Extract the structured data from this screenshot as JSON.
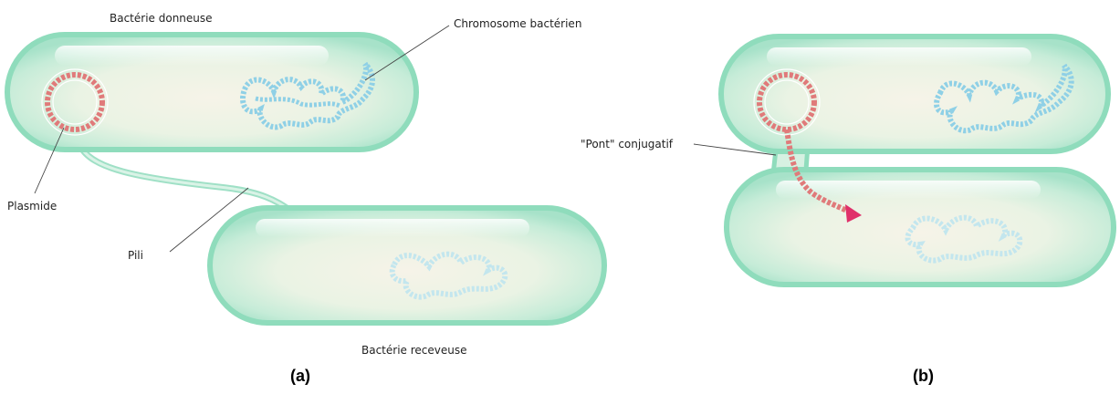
{
  "colors": {
    "cell_outline": "#9fe0c6",
    "cell_fill_center": "#f4f1e4",
    "cell_fill_edge": "#c8ecd9",
    "plasmid": "#e07a7a",
    "chromosome": "#8fd0e6",
    "chromosome_faded": "#bfe6f0",
    "arrow_head": "#e0306a"
  },
  "labels": {
    "bacterie_donneuse": "Bactérie donneuse",
    "chromosome_bacterien": "Chromosome bactérien",
    "plasmide": "Plasmide",
    "pili": "Pili",
    "bacterie_receveuse": "Bactérie receveuse",
    "pont_conjugatif": "\"Pont\" conjugatif",
    "panel_a": "(a)",
    "panel_b": "(b)"
  },
  "icons": {
    "plasmid": "plasmid-ring-icon",
    "chromosome": "chromosome-coil-icon",
    "transfer_arrow": "arrow-head-icon"
  }
}
